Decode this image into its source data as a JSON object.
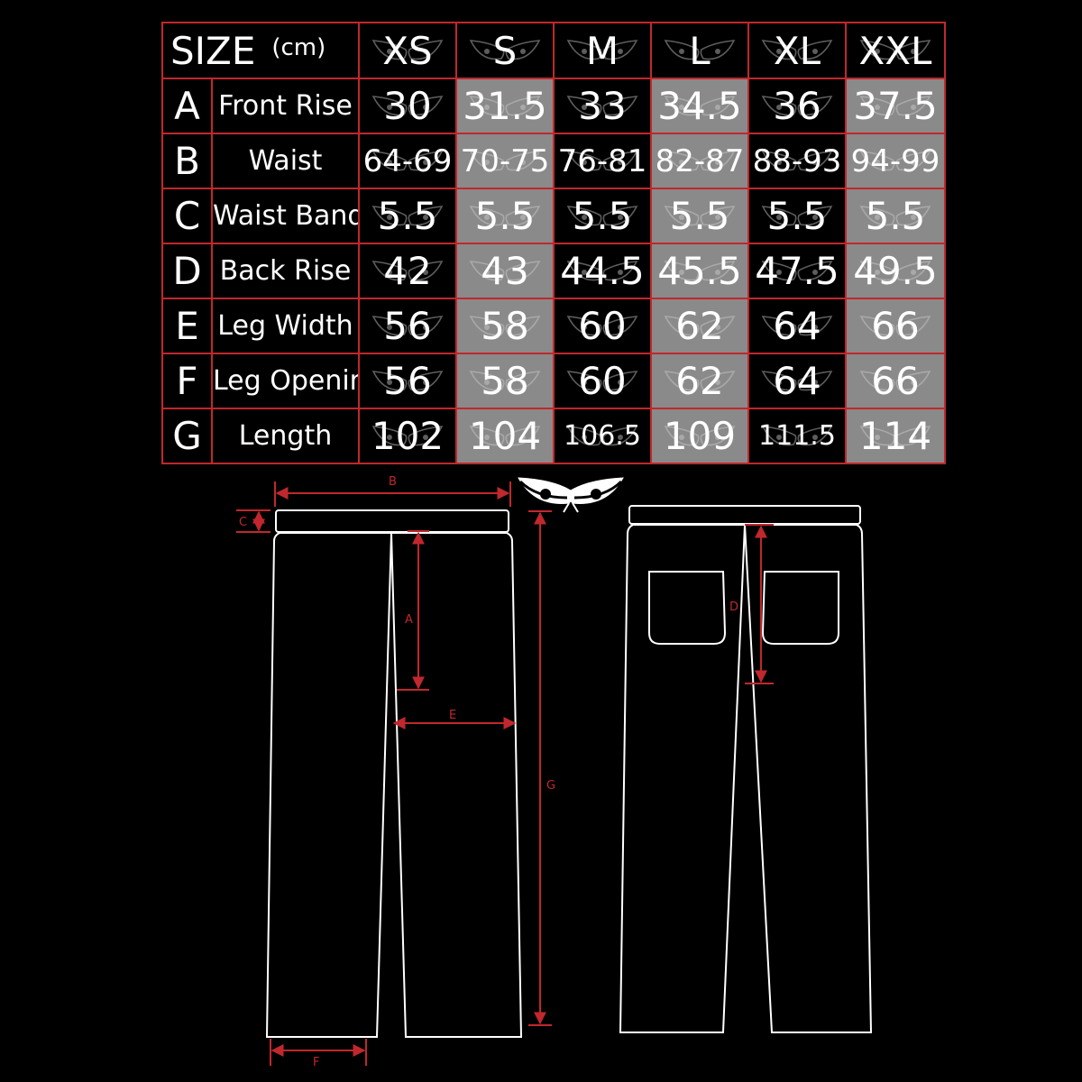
{
  "table": {
    "title": "SIZE",
    "unit": "(cm)",
    "sizes": [
      "XS",
      "S",
      "M",
      "L",
      "XL",
      "XXL"
    ],
    "rows": [
      {
        "letter": "A",
        "label": "Front Rise",
        "values": [
          "30",
          "31.5",
          "33",
          "34.5",
          "36",
          "37.5"
        ]
      },
      {
        "letter": "B",
        "label": "Waist",
        "values": [
          "64-69",
          "70-75",
          "76-81",
          "82-87",
          "88-93",
          "94-99"
        ]
      },
      {
        "letter": "C",
        "label": "Waist Band",
        "values": [
          "5.5",
          "5.5",
          "5.5",
          "5.5",
          "5.5",
          "5.5"
        ]
      },
      {
        "letter": "D",
        "label": "Back Rise",
        "values": [
          "42",
          "43",
          "44.5",
          "45.5",
          "47.5",
          "49.5"
        ]
      },
      {
        "letter": "E",
        "label": "Leg Width",
        "values": [
          "56",
          "58",
          "60",
          "62",
          "64",
          "66"
        ]
      },
      {
        "letter": "F",
        "label": "Leg Opening",
        "values": [
          "56",
          "58",
          "60",
          "62",
          "64",
          "66"
        ]
      },
      {
        "letter": "G",
        "label": "Length",
        "values": [
          "102",
          "104",
          "106.5",
          "109",
          "111.5",
          "114"
        ]
      }
    ]
  },
  "diagram": {
    "labels": {
      "a": "A",
      "b": "B",
      "c": "C",
      "d": "D",
      "e": "E",
      "f": "F",
      "g": "G"
    }
  },
  "colors": {
    "accent": "#c0282d",
    "shade": "#8a8a8a",
    "outline": "#ffffff",
    "background": "#000000"
  },
  "icons": {
    "logo": "angry-eyes-logo-icon",
    "cell_watermark": "eyes-watermark-icon"
  }
}
